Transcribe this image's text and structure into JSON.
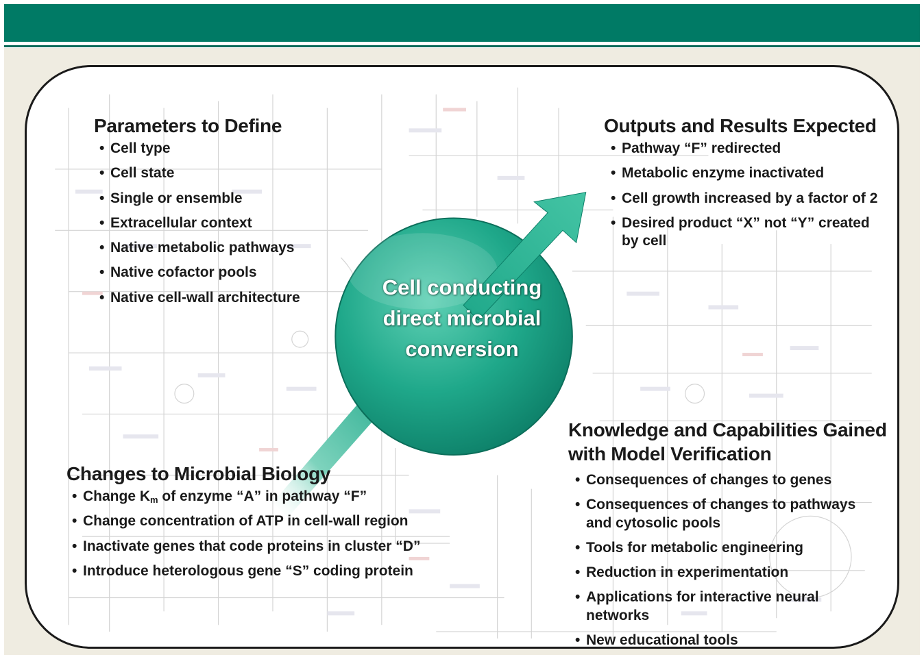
{
  "center": {
    "lines": [
      "Cell conducting",
      "direct microbial",
      "conversion"
    ]
  },
  "parameters": {
    "heading": "Parameters to Define",
    "items": [
      "Cell type",
      "Cell state",
      "Single or ensemble",
      "Extracellular context",
      "Native metabolic pathways",
      "Native cofactor pools",
      "Native cell-wall architecture"
    ]
  },
  "outputs": {
    "heading": "Outputs and Results Expected",
    "items": [
      "Pathway “F” redirected",
      "Metabolic enzyme inactivated",
      "Cell growth increased by a factor of 2",
      "Desired product “X” not “Y” created by cell"
    ]
  },
  "changes": {
    "heading": "Changes to Microbial Biology",
    "items": [
      {
        "pre": "Change K",
        "sub": "m",
        "post": " of enzyme “A” in pathway “F”"
      },
      {
        "pre": "Change concentration of ATP in cell-wall region",
        "sub": "",
        "post": ""
      },
      {
        "pre": "Inactivate genes that code proteins in cluster “D”",
        "sub": "",
        "post": ""
      },
      {
        "pre": "Introduce heterologous gene “S” coding protein",
        "sub": "",
        "post": ""
      }
    ]
  },
  "knowledge": {
    "heading": "Knowledge and Capabilities Gained with Model Verification",
    "items": [
      "Consequences of changes to genes",
      "Consequences of changes to pathways and cytosolic pools",
      "Tools for metabolic engineering",
      "Reduction in experimentation",
      "Applications for interactive neural networks",
      "New educational tools"
    ]
  },
  "colors": {
    "header_bar": "#007a65",
    "circle": "#1fa88a",
    "arrow": "#2ab594",
    "panel": "#efece1",
    "text": "#1a1a1a"
  }
}
